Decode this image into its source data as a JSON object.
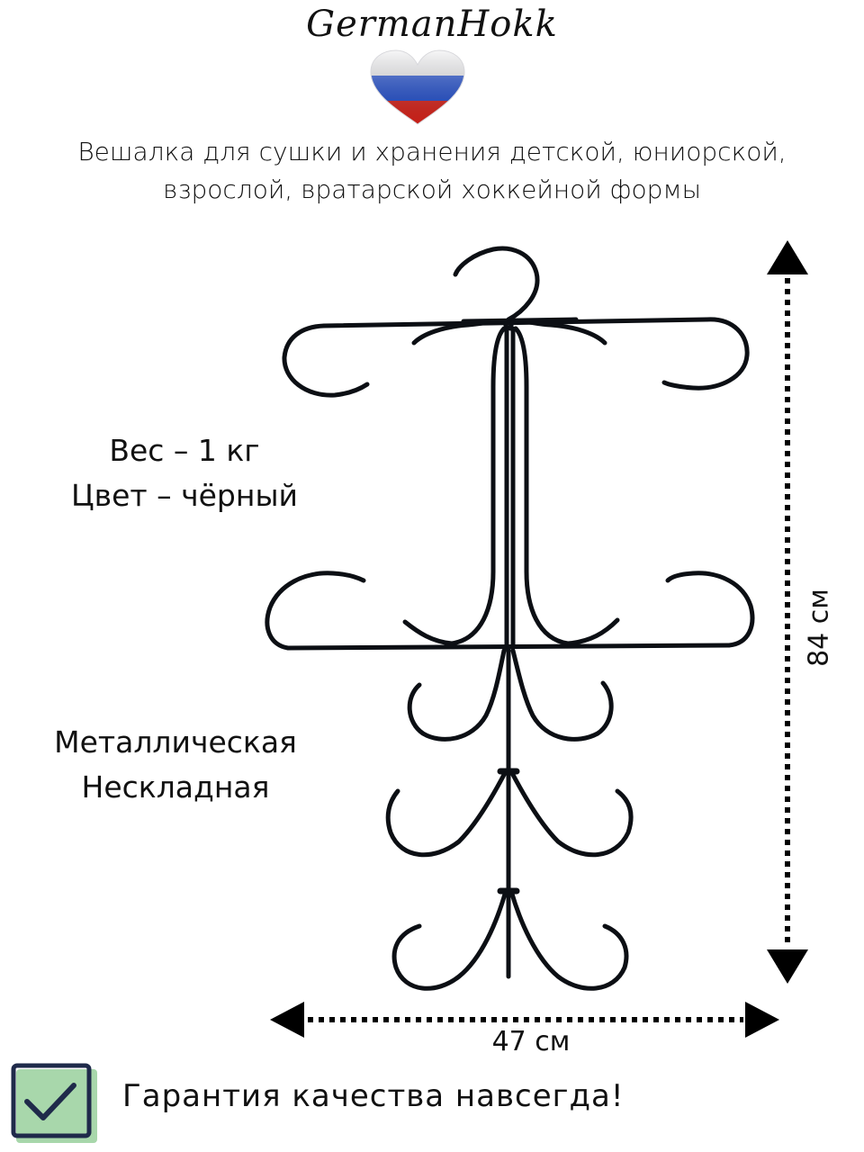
{
  "brand": "GermanHokk",
  "title": [
    "Вешалка для сушки и хранения детской, юниорской,",
    "взрослой, вратарской хоккейной формы"
  ],
  "specs_top": [
    "Вес – 1 кг",
    "Цвет – чёрный"
  ],
  "specs_bottom": [
    "Металлическая",
    "Нескладная"
  ],
  "dimensions": {
    "height": "84 см",
    "width": "47 см"
  },
  "guarantee": "Гарантия качества навсегда!",
  "icons": {
    "flag": "russian-flag-heart-icon",
    "check": "checkbox-check-icon"
  },
  "colors": {
    "flag_white": "#ffffff",
    "flag_blue": "#1e4fd8",
    "flag_red": "#e3241b",
    "check_bg": "#a8d7ab",
    "check_border": "#1f2a4a",
    "hanger": "#0c0f14"
  }
}
